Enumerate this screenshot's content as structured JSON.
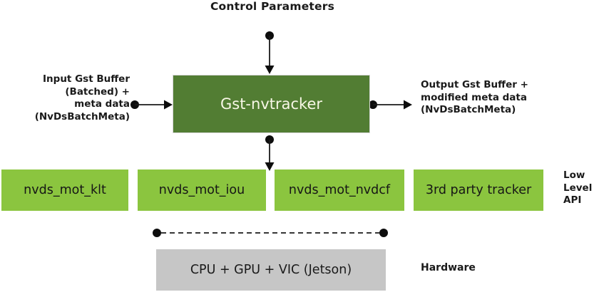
{
  "diagram": {
    "control_label": "Control Parameters",
    "plugin_box_label": "Gst-nvtracker",
    "input_label": "Input Gst Buffer\n(Batched) +\nmeta data\n(NvDsBatchMeta)",
    "output_label": "Output Gst Buffer +\nmodified meta data\n(NvDsBatchMeta)",
    "low_level_trackers": [
      {
        "label": "nvds_mot_klt"
      },
      {
        "label": "nvds_mot_iou"
      },
      {
        "label": "nvds_mot_nvdcf"
      },
      {
        "label": "3rd party tracker"
      }
    ],
    "low_level_api_label": "Low\nLevel\nAPI",
    "hardware_box_label": "CPU + GPU + VIC (Jetson)",
    "hardware_label": "Hardware",
    "colors": {
      "plugin_box_green": "#527D33",
      "tracker_box_green": "#8BC53F",
      "hardware_box_gray": "#C6C6C6",
      "plugin_text_cream": "#F7F7E6",
      "connector_black": "#1A1A1A"
    }
  }
}
